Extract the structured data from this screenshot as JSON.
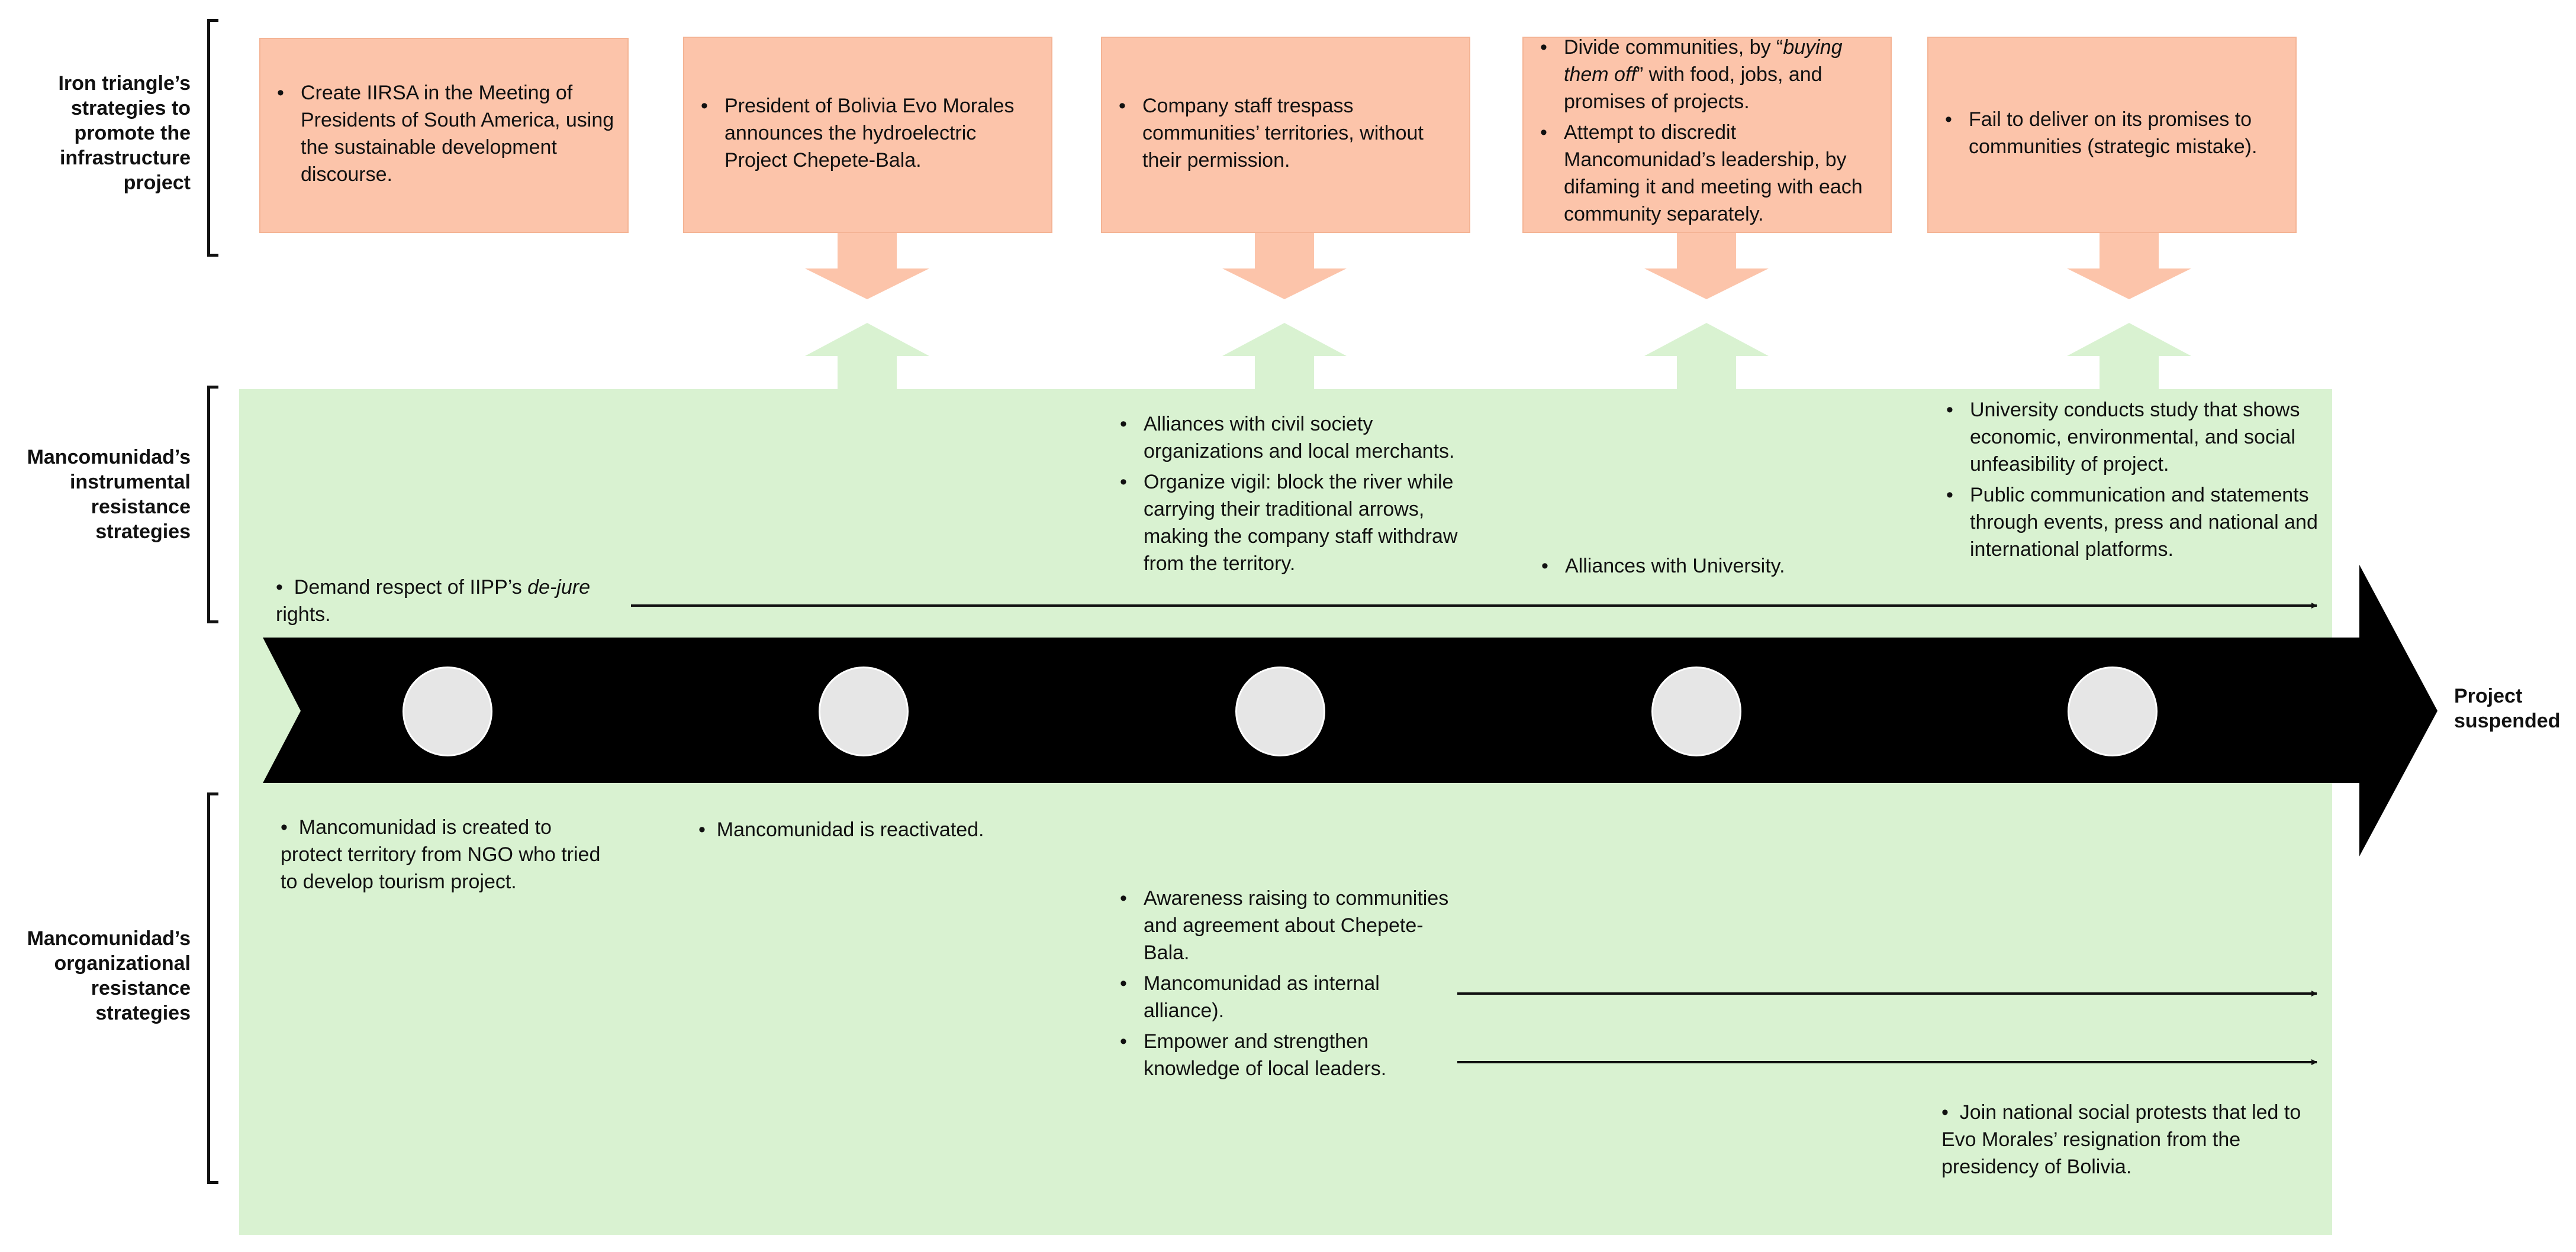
{
  "row_labels": {
    "iron_triangle": "Iron triangle’s\nstrategies to\npromote the\ninfrastructure\nproject",
    "instrumental": "Mancomunidad’s\ninstrumental\nresistance\nstrategies",
    "organizational": "Mancomunidad’s\norganizational\nresistance\nstrategies"
  },
  "iron_triangle_boxes": [
    {
      "items": [
        "Create IIRSA in the Meeting of Presidents of South America, using the sustainable development discourse."
      ]
    },
    {
      "items": [
        "President of Bolivia Evo Morales announces the hydroelectric Project Chepete-Bala."
      ]
    },
    {
      "items": [
        "Company staff trespass communities’ territories, without their permission."
      ]
    },
    {
      "items_rich": [
        {
          "before": "Divide communities, by “",
          "italic": "buying them off",
          "after": "” with food, jobs, and promises of projects."
        },
        {
          "before": "Attempt to discredit Mancomunidad’s leadership, by difaming it and meeting with each community separately.",
          "italic": "",
          "after": ""
        }
      ]
    },
    {
      "items": [
        "Fail to deliver on its promises to communities (strategic mistake)."
      ]
    }
  ],
  "instrumental": {
    "col1": {
      "before": "Demand respect of IIPP’s ",
      "italic": "de-jure",
      "after": " rights."
    },
    "col3": [
      "Alliances with civil society organizations and local merchants.",
      "Organize vigil: block the river while carrying their traditional arrows, making the company staff withdraw from the territory."
    ],
    "col4": [
      "Alliances with University."
    ],
    "col5": [
      "University conducts study that shows economic, environmental, and social unfeasibility of project.",
      "Public communication and statements through events, press and national and international platforms."
    ]
  },
  "organizational": {
    "col1": [
      "Mancomunidad is created to protect territory from NGO who tried to develop tourism project."
    ],
    "col2": [
      "Mancomunidad is reactivated."
    ],
    "col3": [
      "Awareness raising to communities and agreement about Chepete-Bala.",
      "Mancomunidad as internal alliance).",
      "Empower and strengthen knowledge of local leaders."
    ],
    "col5": [
      "Join national social protests that led to Evo Morales’ resignation from the presidency of Bolivia."
    ]
  },
  "end_label": "Project\nsuspended",
  "colors": {
    "orange_box": "#FCC4AA",
    "orange_arrow": "#FCC4AA",
    "green_panel": "#D9F2D1",
    "green_arrow": "#D9F2D1",
    "timeline": "#000000",
    "circle": "#E6E6E6"
  }
}
